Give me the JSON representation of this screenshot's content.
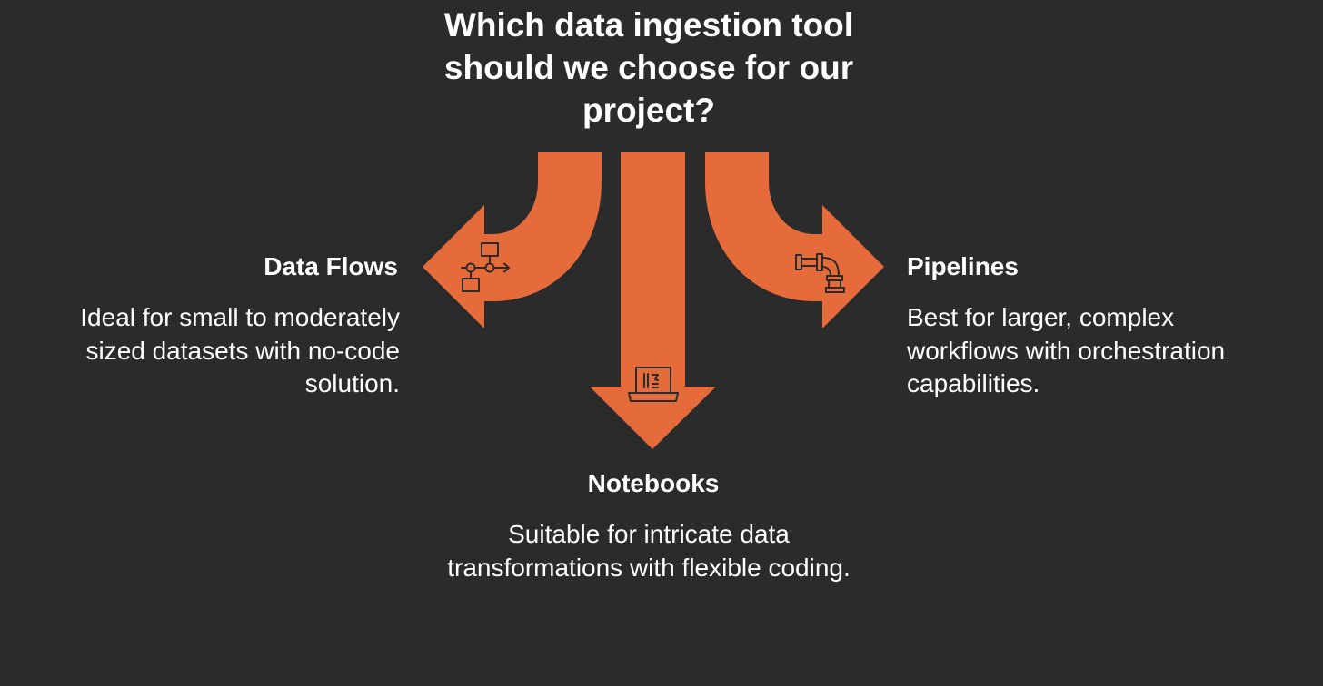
{
  "title": "Which data ingestion tool should we choose for our project?",
  "colors": {
    "background": "#2b2b2b",
    "arrow": "#e66b3b",
    "icon_stroke": "#2b2b2b",
    "text": "#ffffff"
  },
  "options": [
    {
      "direction": "left",
      "heading": "Data Flows",
      "description": "Ideal for small to moderately sized datasets with no-code solution.",
      "icon": "flowchart-icon"
    },
    {
      "direction": "down",
      "heading": "Notebooks",
      "description": "Suitable for intricate data transformations with flexible coding.",
      "icon": "laptop-code-icon"
    },
    {
      "direction": "right",
      "heading": "Pipelines",
      "description": "Best for larger, complex workflows with orchestration capabilities.",
      "icon": "pipe-icon"
    }
  ]
}
